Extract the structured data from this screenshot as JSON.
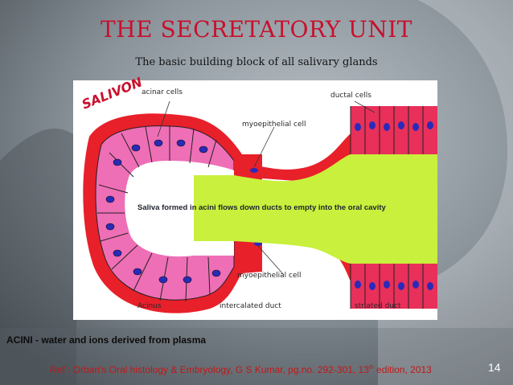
{
  "slide": {
    "title": "THE SECRETATORY UNIT",
    "subtitle": "The basic building block of all salivary glands",
    "page_number": "14"
  },
  "diagram": {
    "logo_text": "SALIVON",
    "labels": {
      "acinar_cells": "acinar cells",
      "ductal_cells": "ductal cells",
      "myoepithelial_top": "myoepithelial cell",
      "myoepithelial_bottom": "myoepithelial cell",
      "acinus": "Acinus",
      "intercalated_duct": "intercalated duct",
      "striated_duct": "striated duct"
    },
    "caption": "Saliva formed in acini flows down ducts to empty into the oral cavity"
  },
  "notes": {
    "acini": "ACINI - water and ions derived from plasma",
    "ref_prefix": "Ref : Orban's Oral histology & Embryology, G S Kumar, pg.no. 292-301, 13",
    "ref_sup": "th",
    "ref_suffix": " edition, 2013"
  },
  "colors": {
    "title": "#c8102e",
    "acinar_cell": "#ee6fb6",
    "myoepithelial": "#e8202a",
    "lumen": "#c9f03c",
    "ductal_cell": "#e8305a",
    "nucleus": "#2a2ab8",
    "reference": "#c01818"
  }
}
